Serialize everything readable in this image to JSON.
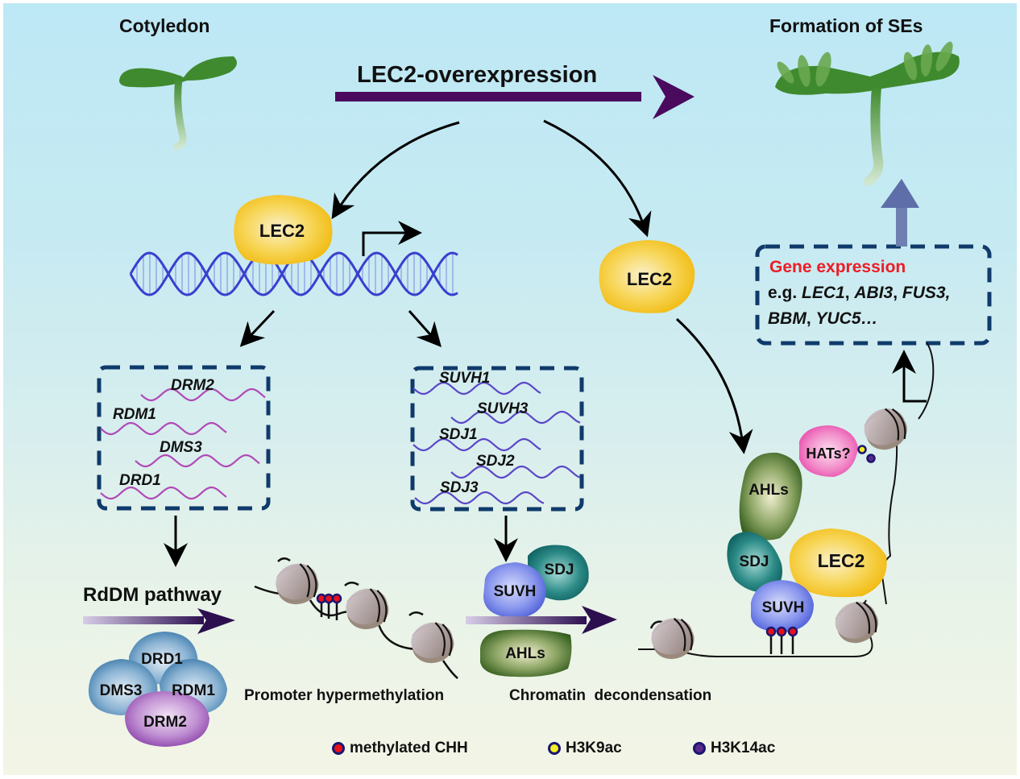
{
  "titles": {
    "left": "Cotyledon",
    "right": "Formation of SEs",
    "main_arrow": "LEC2-overexpression"
  },
  "proteins": {
    "lec2_dna": "LEC2",
    "lec2_free": "LEC2",
    "lec2_complex": "LEC2",
    "suvh_mid": "SUVH",
    "sdj_mid": "SDJ",
    "ahls_mid": "AHLs",
    "ahls_right": "AHLs",
    "sdj_right": "SDJ",
    "suvh_right": "SUVH",
    "hats": "HATs?",
    "rddm_complex": [
      "DRD1",
      "DMS3",
      "RDM1",
      "DRM2"
    ]
  },
  "gene_boxes": {
    "rddm_genes": [
      "DRM2",
      "RDM1",
      "DMS3",
      "DRD1"
    ],
    "suvh_genes": [
      "SUVH1",
      "SUVH3",
      "SDJ1",
      "SDJ2",
      "SDJ3"
    ]
  },
  "gene_expression": {
    "heading": "Gene expression",
    "prefix": "e.g. ",
    "line1_genes": [
      "LEC1",
      "ABI3",
      "FUS3,"
    ],
    "line2_genes": [
      "BBM",
      "YUC5…"
    ]
  },
  "labels": {
    "rddm_pathway": "RdDM pathway",
    "promoter": "Promoter hypermethylation",
    "chromatin": "Chromatin  decondensation"
  },
  "legend": [
    {
      "label": "methylated CHH",
      "fill": "#e8101c"
    },
    {
      "label": "H3K9ac",
      "fill": "#f6ee22"
    },
    {
      "label": "H3K14ac",
      "fill": "#5a2a8a"
    }
  ],
  "colors": {
    "main_arrow": "#4a0a5e",
    "dna": "#3a3fcf",
    "dashed_box": "#0f3a6b",
    "rddm_wave": "#b04ab8",
    "suvh_wave": "#5a48c8",
    "lec2": "#f6c417",
    "plant": "#3f8a2e",
    "gene_heading": "#ee1c25"
  }
}
